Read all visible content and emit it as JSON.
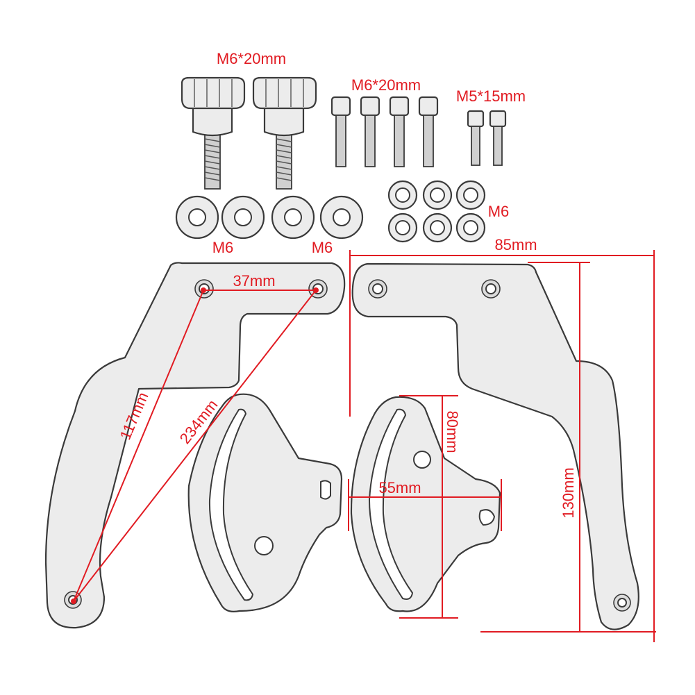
{
  "labels": {
    "knob_bolt": "M6*20mm",
    "hex_bolt": "M6*20mm",
    "small_bolt": "M5*15mm",
    "washer_small": "M6",
    "washer_large_left": "M6",
    "washer_large_right": "M6"
  },
  "dimensions": {
    "hole_spacing": "37mm",
    "diagonal_short": "117mm",
    "diagonal_long": "234mm",
    "bracket_width": "85mm",
    "bracket_height": "130mm",
    "plate_height": "80mm",
    "plate_width": "55mm"
  },
  "colors": {
    "dimension": "#e11b22",
    "metal_fill": "#ececec",
    "outline": "#3a3a3a"
  }
}
